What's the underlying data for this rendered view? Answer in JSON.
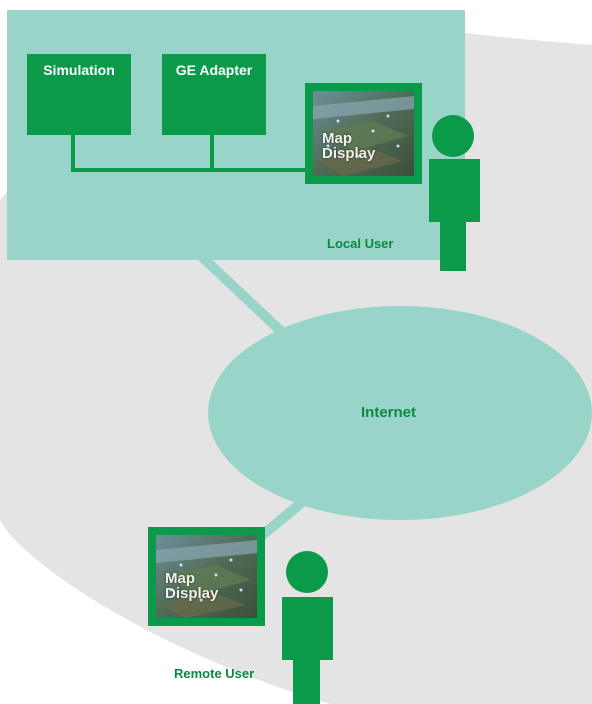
{
  "colors": {
    "panel": "#99d4c8",
    "background_swoosh": "#e4e4e4",
    "component_green": "#0a9a4a",
    "label_green": "#0a8a42"
  },
  "local_site": {
    "simulation_label": "Simulation",
    "ge_adapter_label": "GE Adapter",
    "map_display_line1": "Map",
    "map_display_line2": "Display",
    "user_label": "Local User"
  },
  "network": {
    "internet_label": "Internet"
  },
  "remote_site": {
    "map_display_line1": "Map",
    "map_display_line2": "Display",
    "user_label": "Remote User"
  },
  "icons": {
    "local_user": "person-icon",
    "remote_user": "person-icon"
  }
}
